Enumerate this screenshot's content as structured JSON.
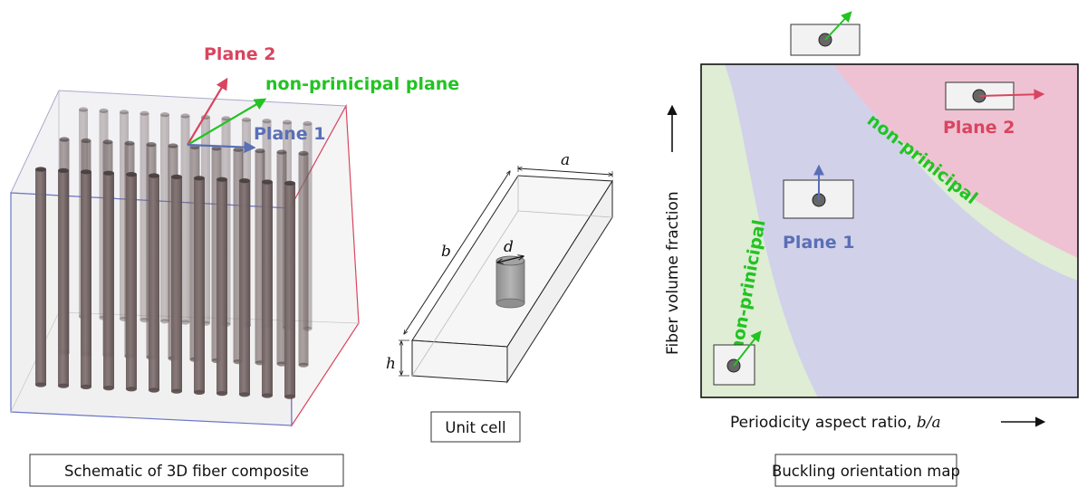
{
  "schematic": {
    "caption": "Schematic of 3D fiber composite",
    "plane2_label": "Plane 2",
    "nonprincipal_label": "non-prinicipal plane",
    "plane1_label": "Plane 1"
  },
  "unit_cell": {
    "caption": "Unit cell",
    "dim_a": "a",
    "dim_b": "b",
    "dim_d": "d",
    "dim_h": "h"
  },
  "map": {
    "caption": "Buckling orientation map",
    "ylabel": "Fiber volume fraction",
    "xlabel_text": "Periodicity aspect ratio, ",
    "xlabel_math": "b/a",
    "region_plane1": "Plane 1",
    "region_plane2": "Plane 2",
    "region_nonprincipal_left": "non-prinicipal",
    "region_nonprincipal_right": "non-prinicipal"
  },
  "colors": {
    "plane1": "#5a6fb5",
    "plane2": "#d9455f",
    "nonprincipal": "#22c322",
    "region_plane1": "#d1d1ea",
    "region_plane2": "#efc2d3",
    "region_nonprincipal": "#deedd3"
  }
}
